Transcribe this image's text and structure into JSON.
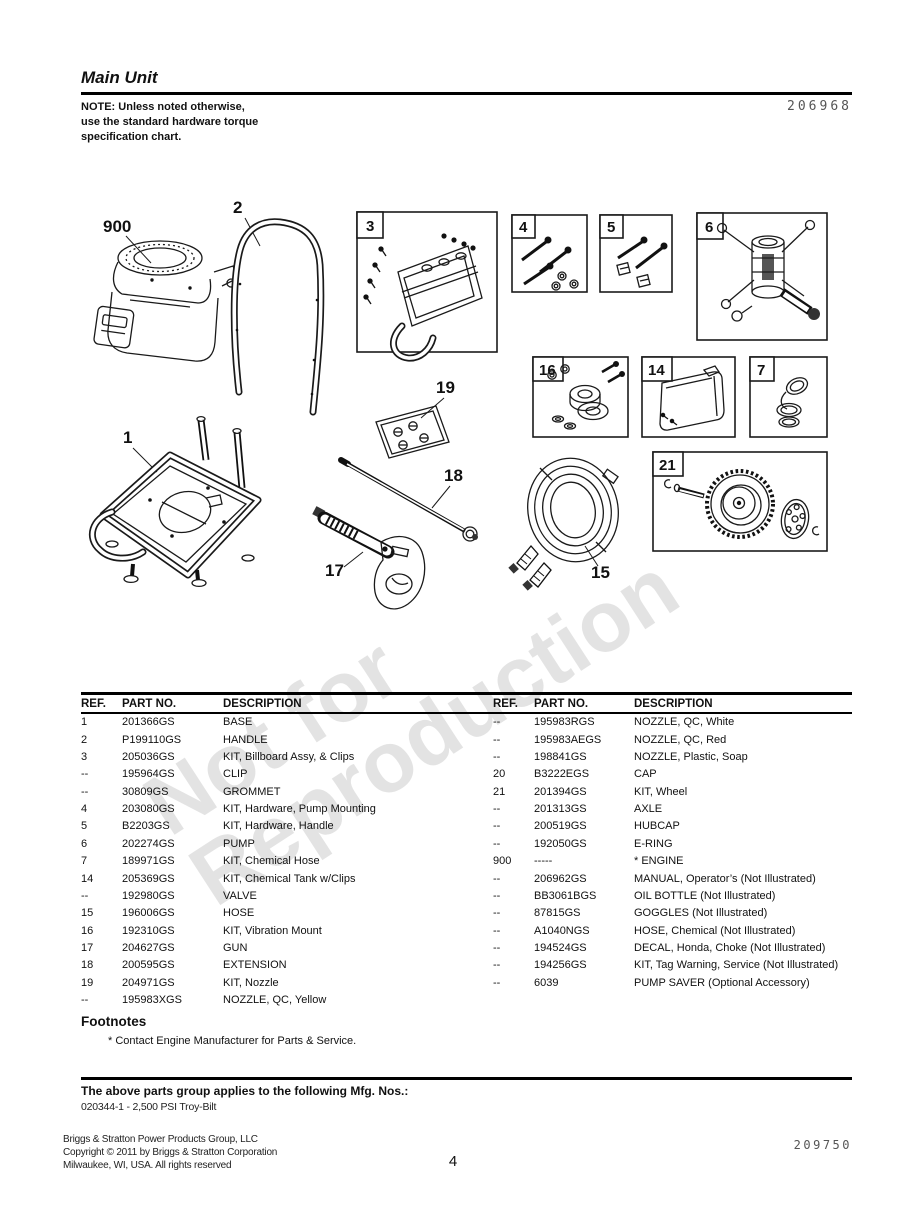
{
  "header": {
    "section_title": "Main Unit",
    "doc_number": "206968",
    "note_lines": [
      "NOTE: Unless noted otherwise,",
      "use the standard hardware torque",
      "specification chart."
    ]
  },
  "diagram": {
    "callouts": {
      "engine": "900",
      "handle": "2",
      "billboard_kit": "3",
      "hardware_pump": "4",
      "hardware_handle": "5",
      "pump": "6",
      "vibration_mount": "16",
      "chemical_tank": "14",
      "chemical_hose_kit": "7",
      "nozzle_kit": "19",
      "extension": "18",
      "gun": "17",
      "hose": "15",
      "wheel_kit": "21",
      "base": "1"
    }
  },
  "watermark": {
    "line1": "Not for",
    "line2": "Reproduction"
  },
  "parts_table": {
    "headers": [
      "REF.",
      "PART NO.",
      "DESCRIPTION"
    ],
    "left_rows": [
      [
        "1",
        "201366GS",
        "BASE"
      ],
      [
        "2",
        "P199110GS",
        "HANDLE"
      ],
      [
        "3",
        "205036GS",
        "KIT, Billboard Assy, & Clips"
      ],
      [
        "--",
        "195964GS",
        "CLIP"
      ],
      [
        "--",
        "30809GS",
        "GROMMET"
      ],
      [
        "4",
        "203080GS",
        "KIT, Hardware, Pump Mounting"
      ],
      [
        "5",
        "B2203GS",
        "KIT, Hardware, Handle"
      ],
      [
        "6",
        "202274GS",
        "PUMP"
      ],
      [
        "7",
        "189971GS",
        "KIT, Chemical Hose"
      ],
      [
        "14",
        "205369GS",
        "KIT, Chemical Tank w/Clips"
      ],
      [
        "--",
        "192980GS",
        "VALVE"
      ],
      [
        "15",
        "196006GS",
        "HOSE"
      ],
      [
        "16",
        "192310GS",
        "KIT, Vibration Mount"
      ],
      [
        "17",
        "204627GS",
        "GUN"
      ],
      [
        "18",
        "200595GS",
        "EXTENSION"
      ],
      [
        "19",
        "204971GS",
        "KIT, Nozzle"
      ],
      [
        "--",
        "195983XGS",
        "NOZZLE, QC, Yellow"
      ]
    ],
    "right_rows": [
      [
        "--",
        "195983RGS",
        "NOZZLE, QC, White"
      ],
      [
        "--",
        "195983AEGS",
        "NOZZLE, QC, Red"
      ],
      [
        "--",
        "198841GS",
        "NOZZLE, Plastic, Soap"
      ],
      [
        "20",
        "B3222EGS",
        "CAP"
      ],
      [
        "21",
        "201394GS",
        "KIT, Wheel"
      ],
      [
        "--",
        "201313GS",
        "AXLE"
      ],
      [
        "--",
        "200519GS",
        "HUBCAP"
      ],
      [
        "--",
        "192050GS",
        "E-RING"
      ],
      [
        "900",
        "-----",
        "* ENGINE"
      ],
      [
        "--",
        "206962GS",
        "MANUAL, Operator’s (Not Illustrated)"
      ],
      [
        "--",
        "BB3061BGS",
        "OIL BOTTLE (Not Illustrated)"
      ],
      [
        "--",
        "87815GS",
        "GOGGLES (Not Illustrated)"
      ],
      [
        "--",
        "A1040NGS",
        "HOSE, Chemical (Not Illustrated)"
      ],
      [
        "--",
        "194524GS",
        "DECAL, Honda, Choke (Not Illustrated)"
      ],
      [
        "--",
        "194256GS",
        "KIT, Tag Warning, Service (Not Illustrated)"
      ],
      [
        "--",
        "6039",
        "PUMP SAVER (Optional Accessory)"
      ]
    ]
  },
  "footnotes": {
    "title": "Footnotes",
    "items": [
      "* Contact Engine Manufacturer for Parts & Service."
    ]
  },
  "mfg": {
    "heading": "The above parts group applies to the following Mfg. Nos.:",
    "models": [
      "020344-1 - 2,500 PSI Troy-Bilt"
    ]
  },
  "footer": {
    "company_lines": [
      "Briggs & Stratton Power Products Group, LLC",
      "Copyright ©  2011 by Briggs & Stratton Corporation",
      "Milwaukee, WI, USA. All rights reserved"
    ],
    "page_number": "4",
    "doc_number": "209750"
  }
}
